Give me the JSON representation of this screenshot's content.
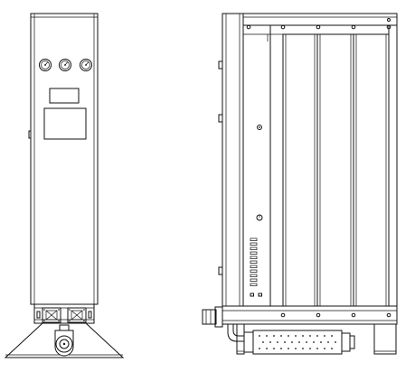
{
  "figure": {
    "views": [
      {
        "id": "front-view",
        "gauge_count": 3
      },
      {
        "id": "side-view",
        "column_count": 3
      }
    ],
    "colors": {
      "line": "#111111",
      "background": "#ffffff"
    }
  }
}
